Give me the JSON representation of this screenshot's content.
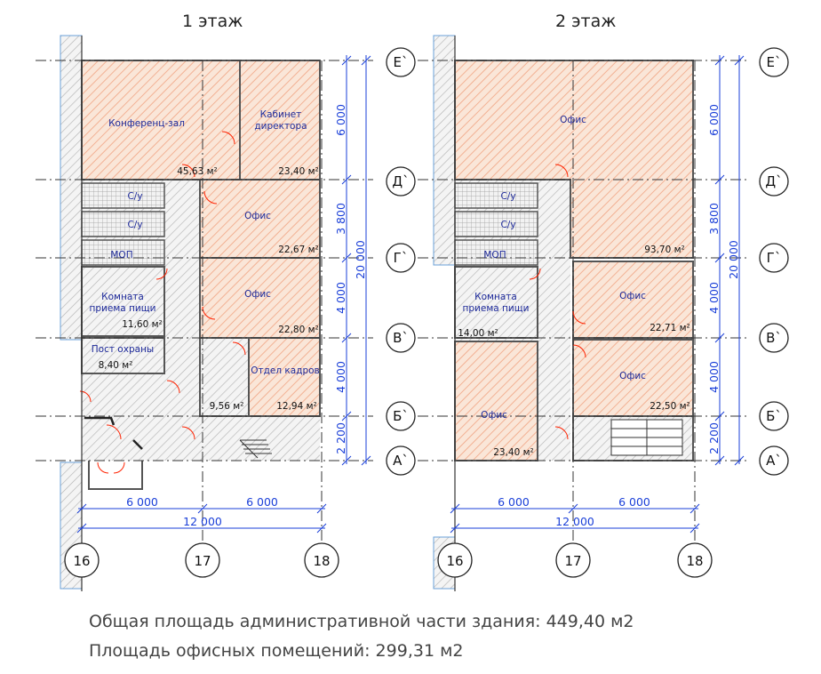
{
  "floors": [
    {
      "title": "1 этаж",
      "rooms": [
        {
          "name": "Конференц-зал",
          "area": "45,63 м²"
        },
        {
          "name": "Кабинет директора",
          "area": "23,40 м²"
        },
        {
          "name": "С/у",
          "area": ""
        },
        {
          "name": "С/у",
          "area": ""
        },
        {
          "name": "МОП",
          "area": ""
        },
        {
          "name": "Офис",
          "area": "22,67 м²"
        },
        {
          "name": "Комната приема пищи",
          "area": "11,60 м²"
        },
        {
          "name": "Офис",
          "area": "22,80 м²"
        },
        {
          "name": "Пост охраны",
          "area": "8,40 м²"
        },
        {
          "name": "",
          "area": "9,56 м²"
        },
        {
          "name": "Отдел кадров",
          "area": "12,94 м²"
        }
      ],
      "dims_x": {
        "span_1": "6 000",
        "span_2": "6 000",
        "total": "12 000"
      },
      "dims_y": {
        "e_d": "6 000",
        "d_g": "3 800",
        "g_v": "4 000",
        "v_b": "4 000",
        "b_a": "2 200",
        "total": "20 000"
      },
      "axes_y": [
        "Е`",
        "Д`",
        "Г`",
        "В`",
        "Б`",
        "А`"
      ],
      "axes_x": [
        "16",
        "17",
        "18"
      ]
    },
    {
      "title": "2 этаж",
      "rooms": [
        {
          "name": "Офис",
          "area": "93,70 м²"
        },
        {
          "name": "С/у",
          "area": ""
        },
        {
          "name": "С/у",
          "area": ""
        },
        {
          "name": "МОП",
          "area": ""
        },
        {
          "name": "Комната приема пищи",
          "area": "14,00 м²"
        },
        {
          "name": "Офис",
          "area": "22,71 м²"
        },
        {
          "name": "Офис",
          "area": "22,50 м²"
        },
        {
          "name": "Офис",
          "area": "23,40 м²"
        }
      ],
      "dims_x": {
        "span_1": "6 000",
        "span_2": "6 000",
        "total": "12 000"
      },
      "dims_y": {
        "e_d": "6 000",
        "d_g": "3 800",
        "g_v": "4 000",
        "v_b": "4 000",
        "b_a": "2 200",
        "total": "20 000"
      },
      "axes_y": [
        "Е`",
        "Д`",
        "Г`",
        "В`",
        "Б`",
        "А`"
      ],
      "axes_x": [
        "16",
        "17",
        "18"
      ]
    }
  ],
  "summary": {
    "total_area": "Общая площадь административной части здания: 449,40 м2",
    "office_area": "Площадь офисных помещений: 299,31 м2"
  },
  "colors": {
    "room_fill": "#fae6d8",
    "room_hatch": "#f0a482",
    "corridor_hatch": "#b4b4b4",
    "wall": "#555555",
    "dimension": "#1a3fd8",
    "axis_line": "#333333"
  }
}
